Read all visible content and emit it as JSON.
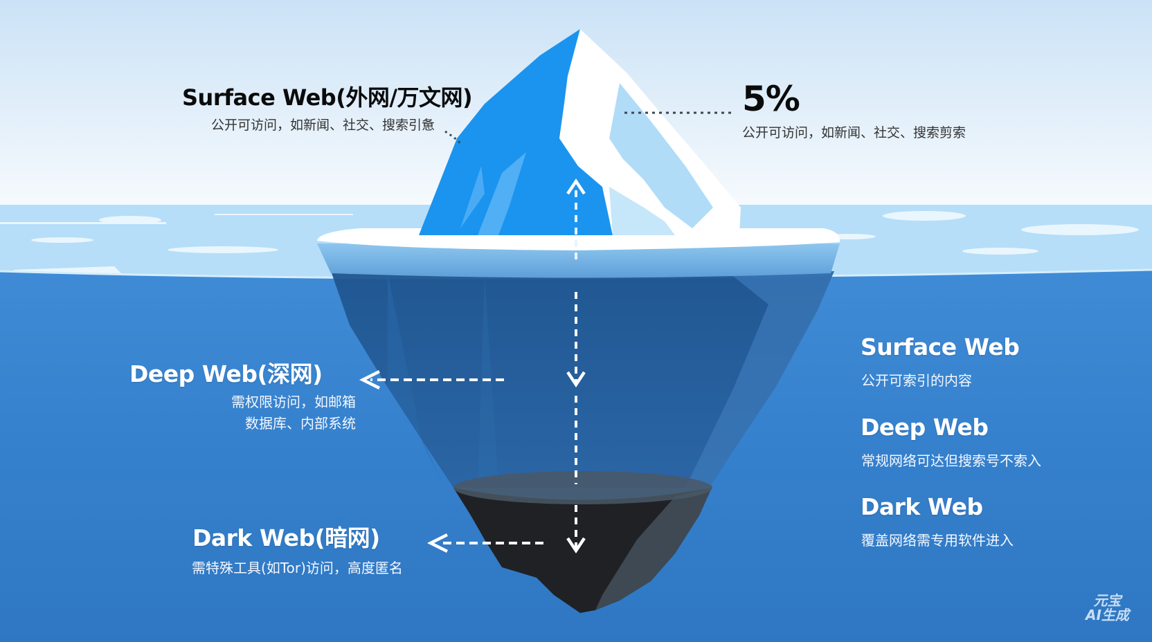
{
  "diagram": {
    "type": "iceberg",
    "colors": {
      "sky_top": "#cfe4f7",
      "sky_bottom": "#f5f9fd",
      "sea_surface": "#b5def7",
      "deep_water": "#3a85d0",
      "ice_blue": "#1e95ee",
      "ice_white": "#ffffff",
      "submerged_ice": "#235e9c",
      "dark_core": "#1f2226"
    }
  },
  "annotations": {
    "surface_web": {
      "title": "Surface Web(外网/万文网)",
      "subtitle": "公开可访问，如新闻、社交、搜索引惫"
    },
    "percentage": {
      "value": "5%",
      "subtitle": "公开可访问，如新闻、社交、搜索剪索"
    },
    "deep_web": {
      "title": "Deep Web(深网)",
      "subtitle_line1": "需权限访问，如邮箱",
      "subtitle_line2": "数据库、内部系统"
    },
    "dark_web": {
      "title": "Dark Web(暗网)",
      "subtitle": "需特殊工具(如Tor)访问，高度匿名"
    }
  },
  "legend": {
    "items": [
      {
        "title": "Surface Web",
        "description": "公开可索引的内容"
      },
      {
        "title": "Deep Web",
        "description": "常规网络可达但搜索号不索入"
      },
      {
        "title": "Dark Web",
        "description": "覆盖网络需专用软件进入"
      }
    ]
  },
  "watermark": {
    "line1": "元宝",
    "line2": "AI生成"
  }
}
